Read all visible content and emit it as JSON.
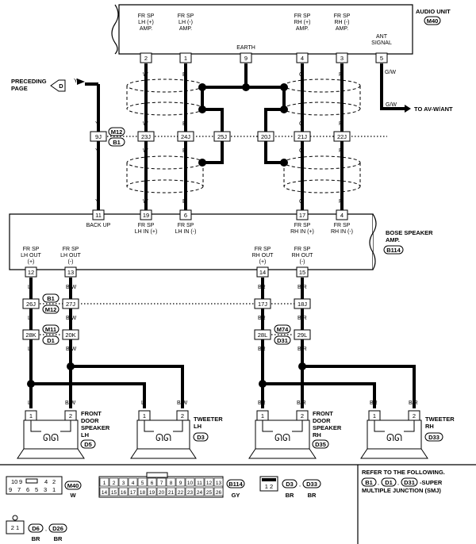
{
  "audio_unit": {
    "title": "AUDIO UNIT",
    "code": "M40"
  },
  "bose": {
    "title1": "BOSE SPEAKER",
    "title2": "AMP.",
    "code": "B114"
  },
  "preceding": {
    "line1": "PRECEDING",
    "line2": "PAGE",
    "connector": "D",
    "wire": "Y"
  },
  "ant_out": {
    "wire": "G/W",
    "text": "TO AV-W/ANT"
  },
  "au_pins": [
    {
      "l1": "FR SP",
      "l2": "LH (+)",
      "l3": "AMP.",
      "pin": "2",
      "wire": "W"
    },
    {
      "l1": "FR SP",
      "l2": "LH (-)",
      "l3": "AMP.",
      "pin": "1",
      "wire": "B"
    },
    {
      "l1": "",
      "l2": "EARTH",
      "l3": "",
      "pin": "9",
      "wire": ""
    },
    {
      "l1": "FR SP",
      "l2": "RH (+)",
      "l3": "AMP.",
      "pin": "4",
      "wire": "G"
    },
    {
      "l1": "FR SP",
      "l2": "RH (-)",
      "l3": "AMP.",
      "pin": "3",
      "wire": "R"
    },
    {
      "l1": "ANT",
      "l2": "SIGNAL",
      "l3": "",
      "pin": "5",
      "wire": "G/W"
    }
  ],
  "mid_connectors": [
    "9J",
    "23J",
    "24J",
    "25J",
    "20J",
    "21J",
    "22J"
  ],
  "mid_refs": [
    "M12",
    "B1"
  ],
  "mid_wires": [
    "Y",
    "W",
    "B",
    "G",
    "R"
  ],
  "bose_in": [
    {
      "l1": "BACK UP",
      "l2": "",
      "pin": "11"
    },
    {
      "l1": "FR SP",
      "l2": "LH IN (+)",
      "pin": "19"
    },
    {
      "l1": "FR SP",
      "l2": "LH IN (-)",
      "pin": "6"
    },
    {
      "l1": "FR SP",
      "l2": "RH IN (+)",
      "pin": "17"
    },
    {
      "l1": "FR SP",
      "l2": "RH IN (-)",
      "pin": "4"
    }
  ],
  "bose_out": [
    {
      "l1": "FR SP",
      "l2": "LH OUT",
      "l3": "(+)",
      "pin": "12",
      "wire": "L"
    },
    {
      "l1": "FR SP",
      "l2": "LH OUT",
      "l3": "(-)",
      "pin": "13",
      "wire": "B/W"
    },
    {
      "l1": "FR SP",
      "l2": "RH OUT",
      "l3": "(+)",
      "pin": "14",
      "wire": "BR"
    },
    {
      "l1": "FR SP",
      "l2": "RH OUT",
      "l3": "(-)",
      "pin": "15",
      "wire": "B/R"
    }
  ],
  "row1_conn": [
    "26J",
    "27J",
    "17J",
    "18J"
  ],
  "row1_refs": [
    "B1",
    "M12"
  ],
  "row2_conn": [
    "28K",
    "20K",
    "28L",
    "29L"
  ],
  "row2_refs_l": [
    "M11",
    "D1"
  ],
  "row2_refs_r": [
    "M74",
    "D31"
  ],
  "speakers": [
    {
      "l1": "FRONT",
      "l2": "DOOR",
      "l3": "SPEAKER",
      "l4": "LH",
      "code": "D5",
      "w1": "L",
      "w2": "B/W"
    },
    {
      "l1": "TWEETER",
      "l2": "LH",
      "l3": "",
      "l4": "",
      "code": "D3",
      "w1": "L",
      "w2": "B/W"
    },
    {
      "l1": "FRONT",
      "l2": "DOOR",
      "l3": "SPEAKER",
      "l4": "RH",
      "code": "D35",
      "w1": "BR",
      "w2": "B/R"
    },
    {
      "l1": "TWEETER",
      "l2": "RH",
      "l3": "",
      "l4": "",
      "code": "D33",
      "w1": "BR",
      "w2": "B/R"
    }
  ],
  "legend": {
    "m40_top": [
      "10",
      "9",
      "",
      "4",
      "2"
    ],
    "m40_bot": [
      "9",
      "7",
      "6",
      "5",
      "3",
      "1"
    ],
    "m40_code": "M40",
    "m40_color": "W",
    "b114_top": [
      "1",
      "2",
      "3",
      "4",
      "5",
      "6",
      "7",
      "8",
      "9",
      "10",
      "11",
      "12",
      "13"
    ],
    "b114_bot": [
      "14",
      "15",
      "16",
      "17",
      "18",
      "19",
      "20",
      "21",
      "22",
      "23",
      "24",
      "25",
      "26"
    ],
    "b114_code": "B114",
    "b114_color": "GY",
    "small_pins": "1 2",
    "d3": "D3",
    "d33": "D33",
    "br": "BR",
    "d6": "D6",
    "d26": "D26",
    "d_pins": "2 1"
  },
  "refer": {
    "line1": "REFER TO THE FOLLOWING.",
    "codes": [
      "B1",
      "D1",
      "D31"
    ],
    "line2": "-SUPER",
    "line3": "MULTIPLE JUNCTION (SMJ)"
  }
}
